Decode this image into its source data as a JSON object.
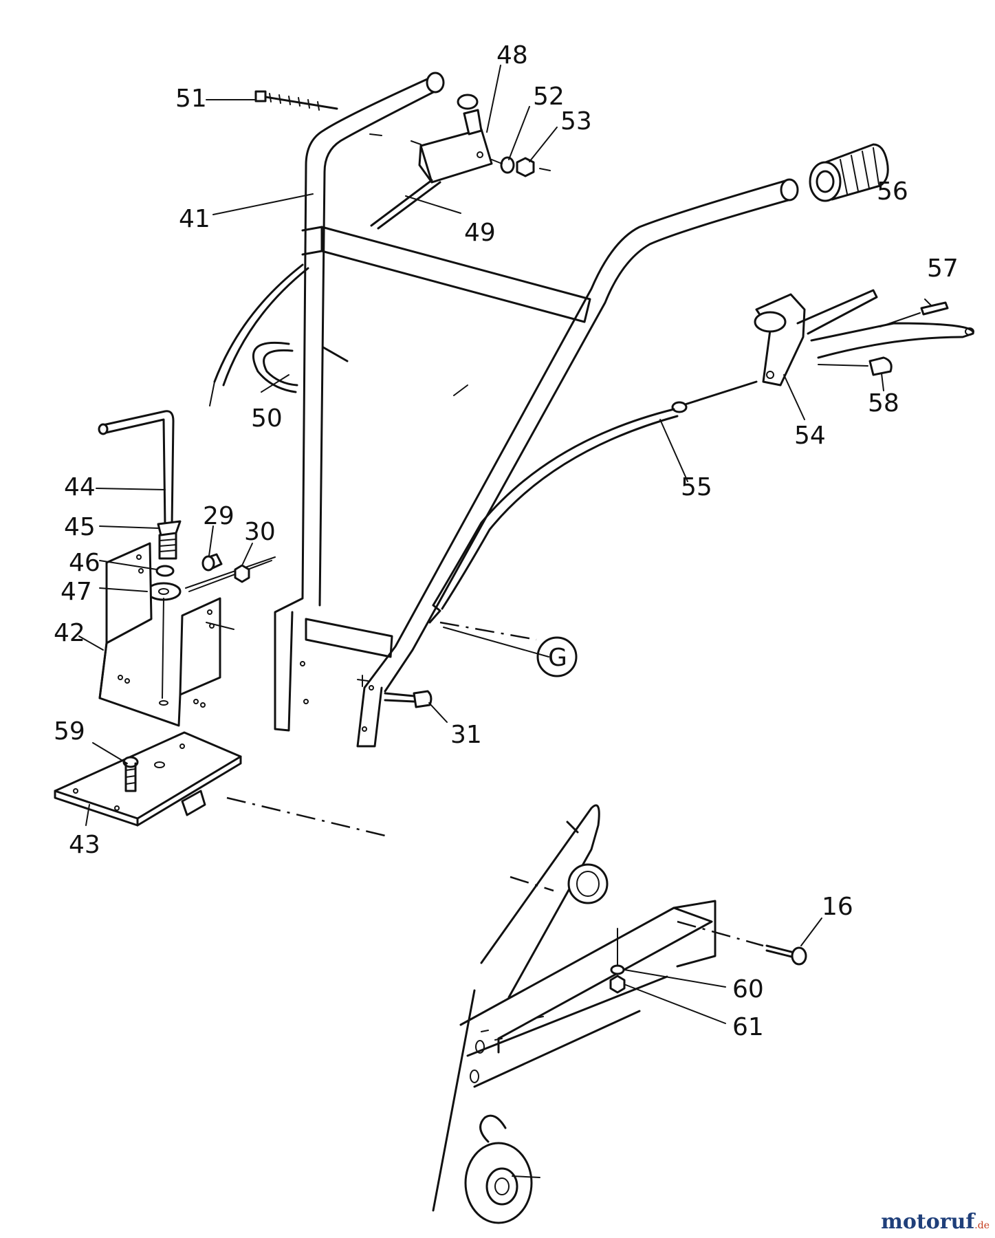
{
  "labels": {
    "p16": "16",
    "p29": "29",
    "p30": "30",
    "p31": "31",
    "p41": "41",
    "p42": "42",
    "p43": "43",
    "p44": "44",
    "p45": "45",
    "p46": "46",
    "p47": "47",
    "p48": "48",
    "p49": "49",
    "p50": "50",
    "p51": "51",
    "p52": "52",
    "p53": "53",
    "p54": "54",
    "p55": "55",
    "p56": "56",
    "p57": "57",
    "p58": "58",
    "p59": "59",
    "p60": "60",
    "p61": "61",
    "pG": "G"
  },
  "watermark": {
    "main": "motoruf",
    "tld": ".de"
  }
}
